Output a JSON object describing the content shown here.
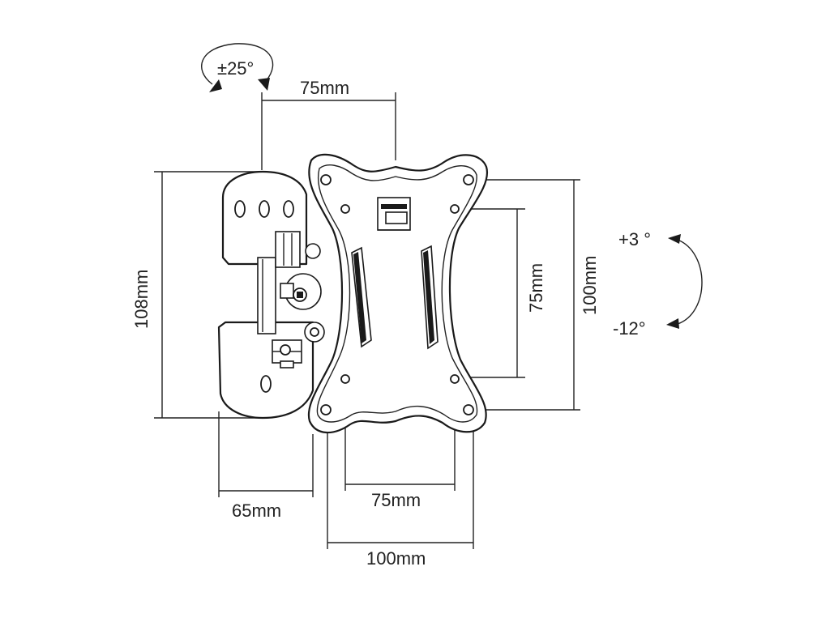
{
  "diagram": {
    "rotation_label": "±25°",
    "tilt_up_label": "+3 °",
    "tilt_down_label": "-12°",
    "dimensions": {
      "top_width": "75mm",
      "wall_plate_height": "108mm",
      "vesa_inner_height": "75mm",
      "vesa_outer_height": "100mm",
      "depth": "65mm",
      "vesa_inner_width": "75mm",
      "vesa_outer_width": "100mm"
    }
  },
  "colors": {
    "line": "#222222",
    "background": "#ffffff"
  }
}
